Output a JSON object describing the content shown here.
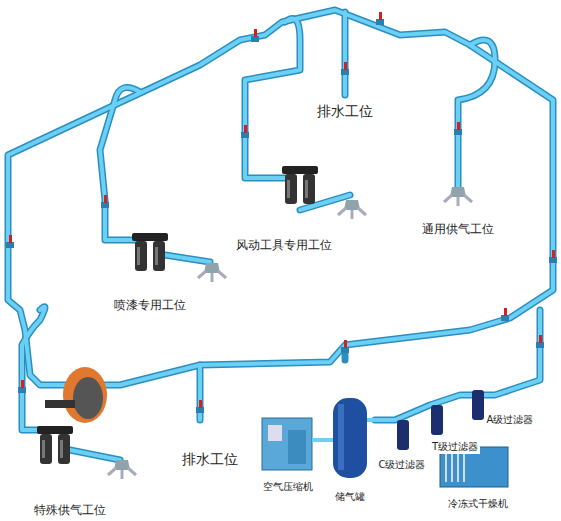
{
  "diagram": {
    "labels": [
      "排水工位",
      "风动工具专用工位",
      "通用供气工位",
      "喷漆专用工位",
      "排水工位",
      "特殊供气工位",
      "空气压缩机",
      "储气罐",
      "C级过滤器",
      "T级过滤器",
      "A级过滤器",
      "冷冻式干燥机"
    ]
  }
}
